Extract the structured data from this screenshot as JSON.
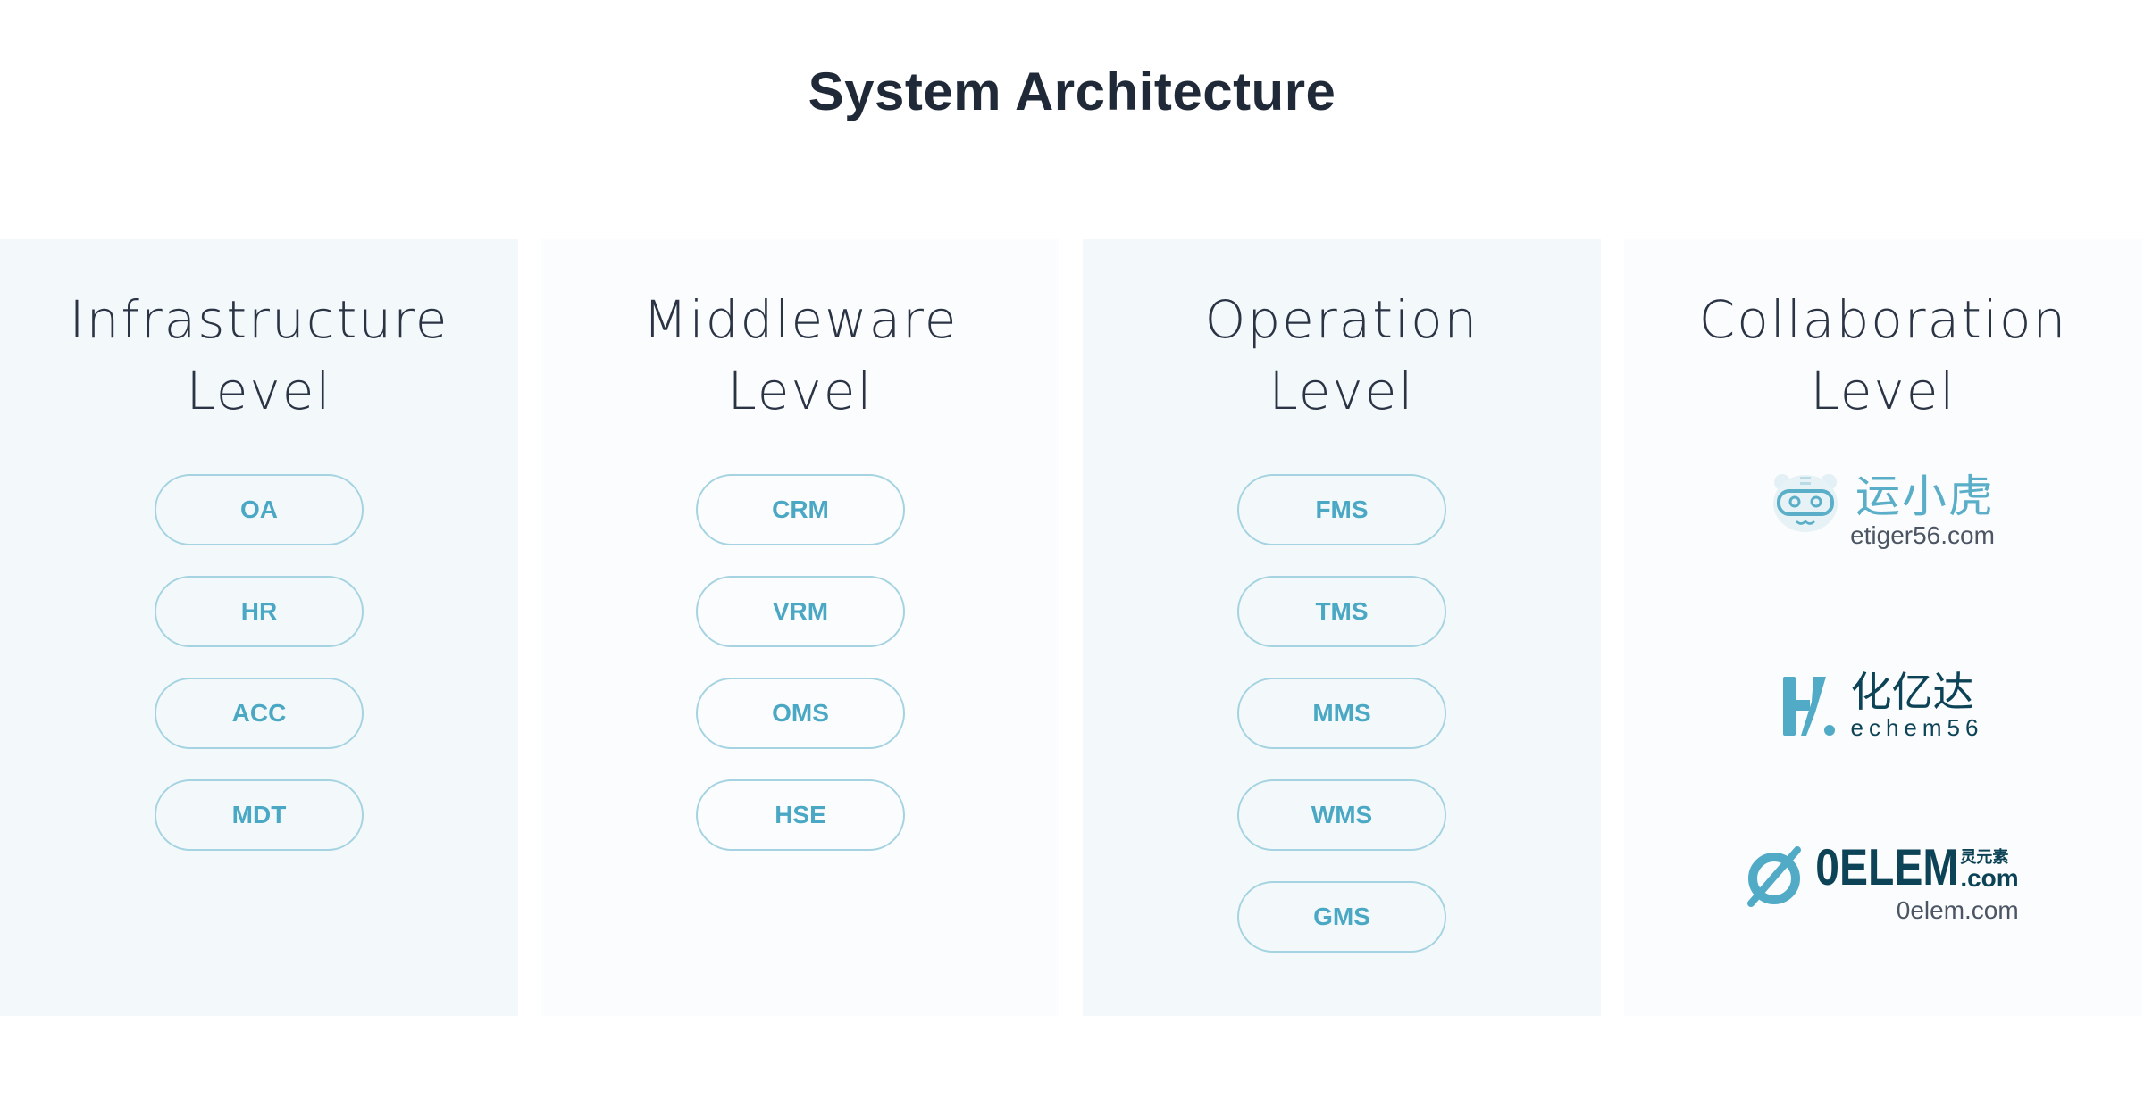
{
  "title": "System Architecture",
  "levels": [
    {
      "line1": "Infrastructure",
      "line2": "Level",
      "items": [
        "OA",
        "HR",
        "ACC",
        "MDT"
      ]
    },
    {
      "line1": "Middleware",
      "line2": "Level",
      "items": [
        "CRM",
        "VRM",
        "OMS",
        "HSE"
      ]
    },
    {
      "line1": "Operation",
      "line2": "Level",
      "items": [
        "FMS",
        "TMS",
        "MMS",
        "WMS",
        "GMS"
      ]
    },
    {
      "line1": "Collaboration",
      "line2": "Level"
    }
  ],
  "partners": [
    {
      "name": "运小虎",
      "domain": "etiger56.com"
    },
    {
      "name": "化亿达",
      "domain": "echem56"
    },
    {
      "name": "0ELEM",
      "suffix": ".com",
      "cn": "灵元素",
      "domain": "0elem.com"
    }
  ],
  "colors": {
    "accent": "#4aa8c4",
    "border": "#a5d3e1",
    "dark": "#0d4356"
  }
}
